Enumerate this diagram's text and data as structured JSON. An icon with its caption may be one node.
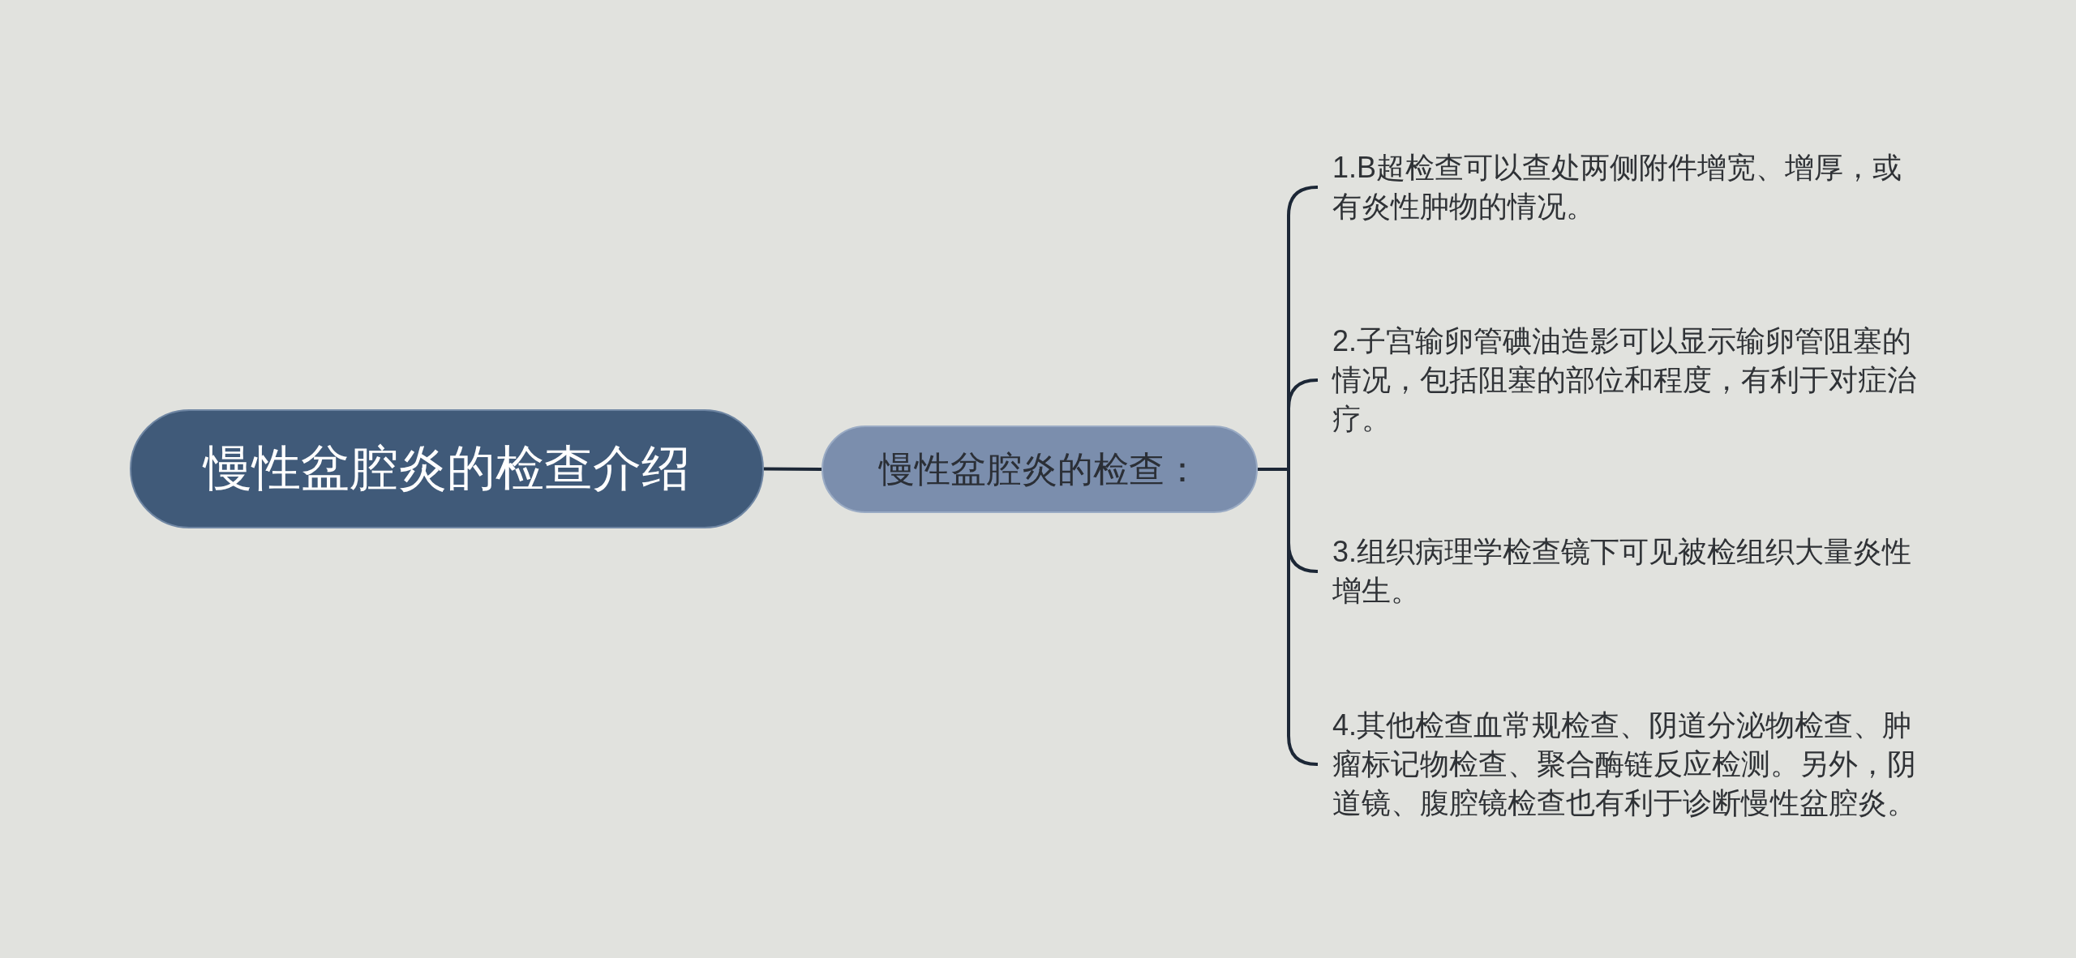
{
  "diagram": {
    "nodes": [
      {
        "text": [
          "慢性盆腔炎的检查介绍"
        ]
      },
      {
        "text": [
          "慢性盆腔炎的检查："
        ]
      },
      {
        "text": [
          "1.B超检查可以查处两侧附件增宽、增厚，或有炎性肿物的情况。"
        ]
      },
      {
        "text": [
          "2.子宫输卵管碘油造影可以显示输卵管阻塞的情况，包括阻塞的部位和程度，有利于对症治疗。"
        ]
      },
      {
        "text": [
          "3.组织病理学检查镜下可见被检组织大量炎性增生。"
        ]
      },
      {
        "text": [
          "4.其他检查血常规检查、阴道分泌物检查、肿瘤标记物检查、聚合酶链反应检测。另外，阴道镜、腹腔镜检查也有利于诊断慢性盆腔炎。"
        ]
      }
    ],
    "edges": [
      {
        "from": 0,
        "to": 1,
        "arrow": "none"
      },
      {
        "from": 1,
        "to": 2,
        "arrow": "none"
      },
      {
        "from": 1,
        "to": 3,
        "arrow": "none"
      },
      {
        "from": 1,
        "to": 4,
        "arrow": "none"
      },
      {
        "from": 1,
        "to": 5,
        "arrow": "none"
      }
    ]
  }
}
